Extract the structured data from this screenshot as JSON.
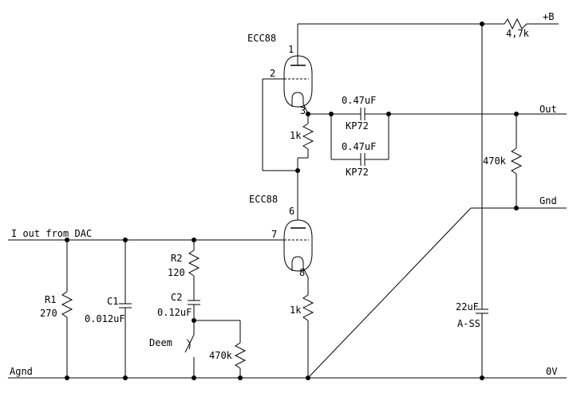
{
  "labels": {
    "top_tube": "ECC88",
    "bottom_tube": "ECC88",
    "pin_top_plate": "1",
    "pin_top_grid": "2",
    "pin_top_cathode": "3",
    "pin_bottom_plate": "6",
    "pin_bottom_grid": "7",
    "pin_bottom_cathode": "8",
    "supply": "+B",
    "supply_resistor": "4,7k",
    "cap_top_value": "0.47uF",
    "cap_top_type": "KP72",
    "cap_bottom_value": "0.47uF",
    "cap_bottom_type": "KP72",
    "output": "Out",
    "ground_out": "Gnd",
    "output_resistor": "470k",
    "top_cathode_resistor": "1k",
    "bottom_cathode_resistor": "1k",
    "input": "I out from DAC",
    "r1_name": "R1",
    "r1_value": "270",
    "c1_name": "C1",
    "c1_value": "0.012uF",
    "r2_name": "R2",
    "r2_value": "120",
    "c2_name": "C2",
    "c2_value": "0.12uF",
    "deem_switch": "Deem",
    "deem_resistor": "470k",
    "supply_cap_value": "22uF",
    "supply_cap_type": "A-SS",
    "agnd": "Agnd",
    "zero_volt": "0V"
  }
}
